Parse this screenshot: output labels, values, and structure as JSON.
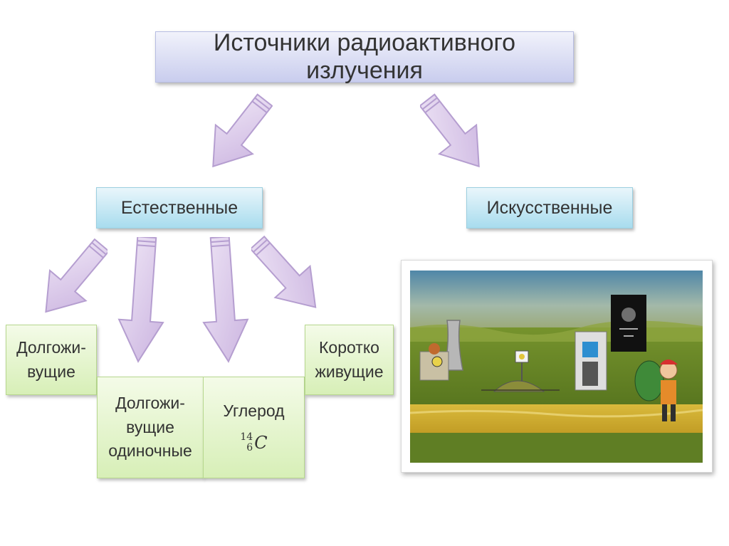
{
  "title": "Источники радиоактивного излучения",
  "natural": "Естественные",
  "artificial": "Искусственные",
  "long_lived": [
    "Долгожи-",
    "вущие"
  ],
  "long_lived_single": [
    "Долгожи-",
    "вущие",
    "одиночные"
  ],
  "carbon": {
    "label": "Углерод",
    "mass_number": "14",
    "atomic_number": "6",
    "symbol": "C"
  },
  "short_lived": [
    "Коротко",
    "живущие"
  ],
  "colors": {
    "arrow_fill": "#dcc9ea",
    "arrow_stroke": "#b59ed0",
    "title_bg": "#c9cdee",
    "blue_bg": "#a8dcee",
    "green_bg": "#d7efb7"
  },
  "illustration": "radiation-sources-landscape"
}
